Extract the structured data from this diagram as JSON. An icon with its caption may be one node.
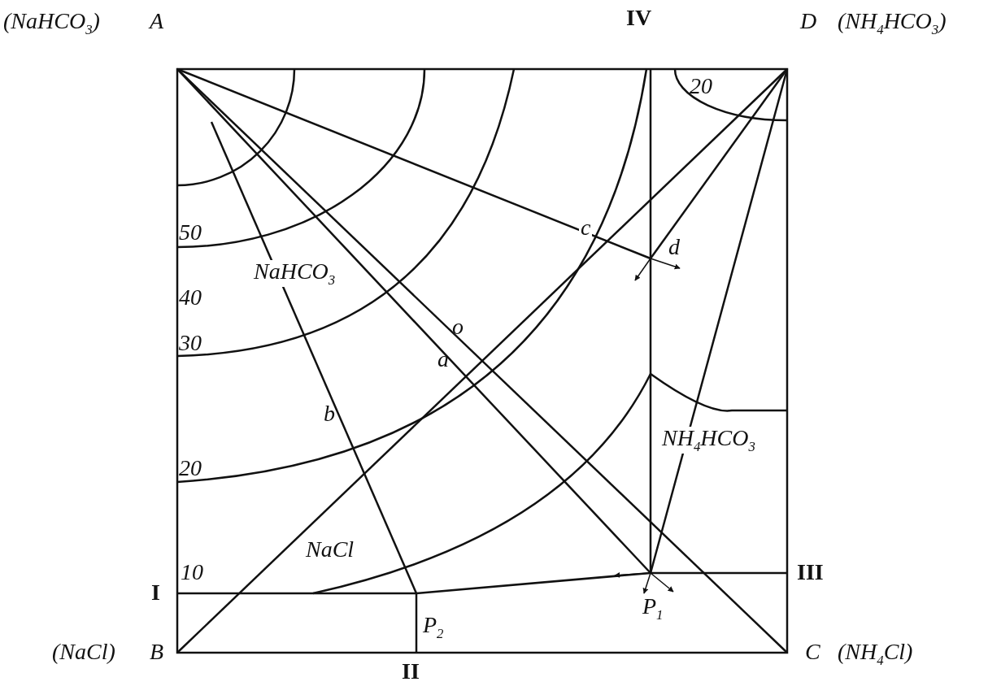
{
  "diagram": {
    "labels": [
      "(NaHCO$_{3}$)",
      "A",
      "IV",
      "D",
      "(NH$_{4}$HCO$_{3}$)",
      "20",
      "50",
      "40",
      "c",
      "d",
      "NaHCO$_{3}$",
      "o",
      "30",
      "a",
      "b",
      "NH$_{4}$HCO$_{3}$",
      "20",
      "NaCl",
      "10",
      "III",
      "I",
      "P$_{1}$",
      "P$_{2}$",
      "(NaCl)",
      "B",
      "II",
      "C",
      "(NH$_{4}$Cl)"
    ]
  }
}
